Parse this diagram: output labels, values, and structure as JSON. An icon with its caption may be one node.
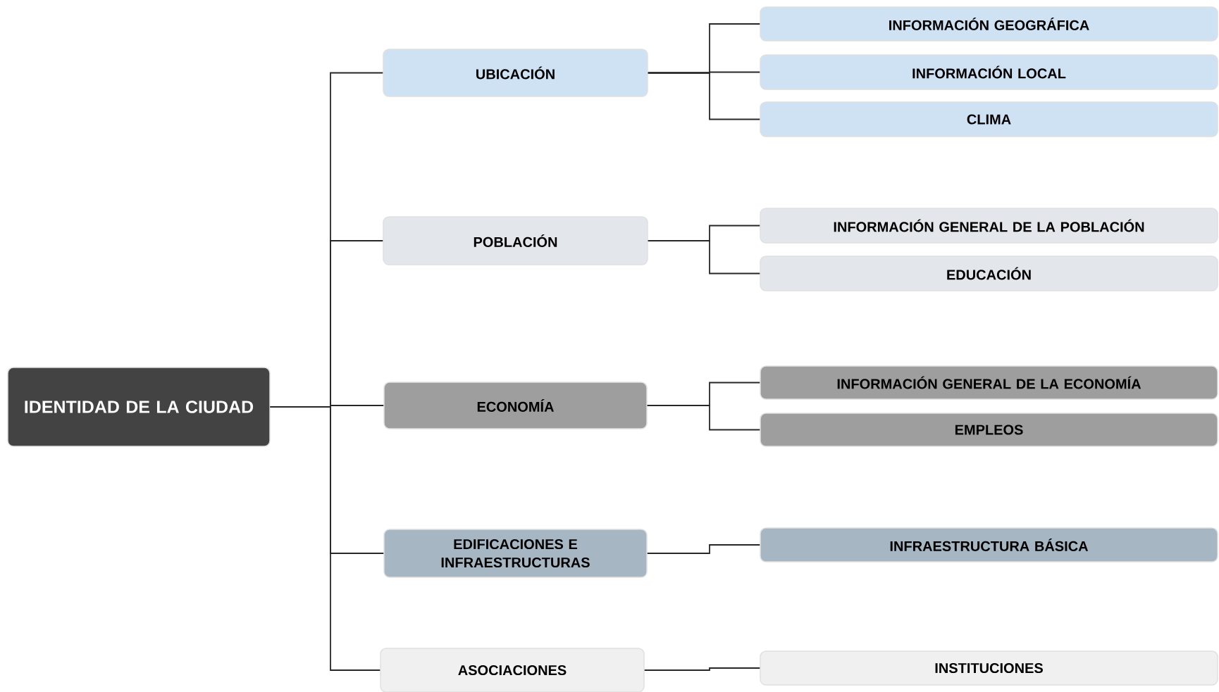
{
  "diagram": {
    "nodes": [
      {
        "text": [
          "IDENTIDAD DE LA CIUDAD"
        ]
      },
      {
        "text": [
          "UBICACIÓN"
        ]
      },
      {
        "text": [
          "INFORMACIÓN GEOGRÁFICA"
        ]
      },
      {
        "text": [
          "INFORMACIÓN LOCAL"
        ]
      },
      {
        "text": [
          "CLIMA"
        ]
      },
      {
        "text": [
          "POBLACIÓN"
        ]
      },
      {
        "text": [
          "INFORMACIÓN GENERAL DE LA POBLACIÓN"
        ]
      },
      {
        "text": [
          "EDUCACIÓN"
        ]
      },
      {
        "text": [
          "ECONOMÍA"
        ]
      },
      {
        "text": [
          "INFORMACIÓN GENERAL DE LA ECONOMÍA"
        ]
      },
      {
        "text": [
          "EMPLEOS"
        ]
      },
      {
        "text": [
          "EDIFICACIONES E INFRAESTRUCTURAS"
        ]
      },
      {
        "text": [
          "INFRAESTRUCTURA BÁSICA"
        ]
      },
      {
        "text": [
          "ASOCIACIONES"
        ]
      },
      {
        "text": [
          "INSTITUCIONES"
        ]
      }
    ],
    "edges": [
      {
        "from": 0,
        "to": 1,
        "arrow": "none"
      },
      {
        "from": 0,
        "to": 5,
        "arrow": "none"
      },
      {
        "from": 0,
        "to": 8,
        "arrow": "none"
      },
      {
        "from": 0,
        "to": 11,
        "arrow": "none"
      },
      {
        "from": 0,
        "to": 13,
        "arrow": "none"
      },
      {
        "from": 1,
        "to": 2,
        "arrow": "none"
      },
      {
        "from": 1,
        "to": 3,
        "arrow": "none"
      },
      {
        "from": 1,
        "to": 4,
        "arrow": "none"
      },
      {
        "from": 5,
        "to": 6,
        "arrow": "none"
      },
      {
        "from": 5,
        "to": 7,
        "arrow": "none"
      },
      {
        "from": 8,
        "to": 9,
        "arrow": "none"
      },
      {
        "from": 8,
        "to": 10,
        "arrow": "none"
      },
      {
        "from": 11,
        "to": 12,
        "arrow": "none"
      },
      {
        "from": 13,
        "to": 14,
        "arrow": "none"
      }
    ]
  }
}
